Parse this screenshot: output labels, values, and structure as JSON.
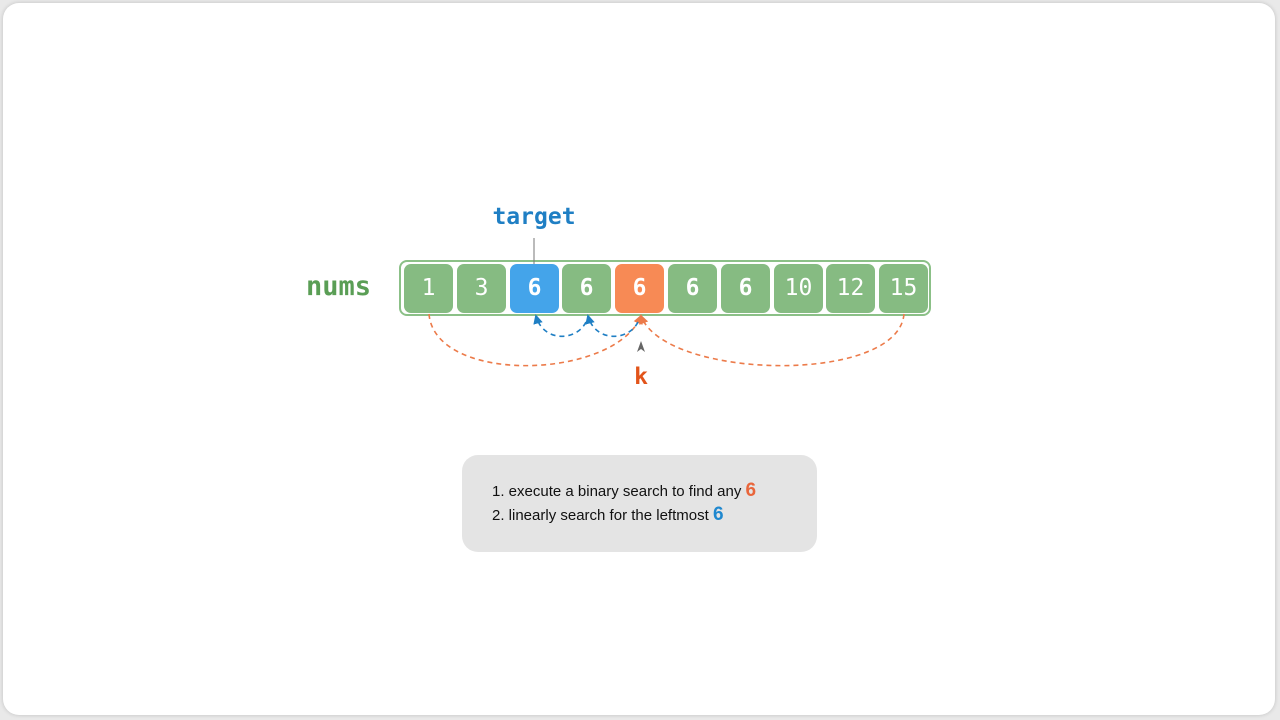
{
  "diagram": {
    "array_label": "nums",
    "values": [
      "1",
      "3",
      "6",
      "6",
      "6",
      "6",
      "6",
      "10",
      "12",
      "15"
    ],
    "target_index": 2,
    "probe_index": 4,
    "target_label": "target",
    "pointer_label": "k",
    "colors": {
      "cell": "#86bb82",
      "target_cell": "#44a4ea",
      "probe_cell": "#f78a55",
      "label_green": "#5a9e55",
      "label_blue": "#1f7fc4",
      "label_orange": "#e2541a",
      "arc_orange": "#ec7b4a",
      "arc_blue": "#1f7fc4"
    }
  },
  "notes": {
    "step1_text": "1. execute a binary search to find any",
    "step1_value": "6",
    "step2_text": "2. linearly search for the leftmost",
    "step2_value": "6"
  }
}
